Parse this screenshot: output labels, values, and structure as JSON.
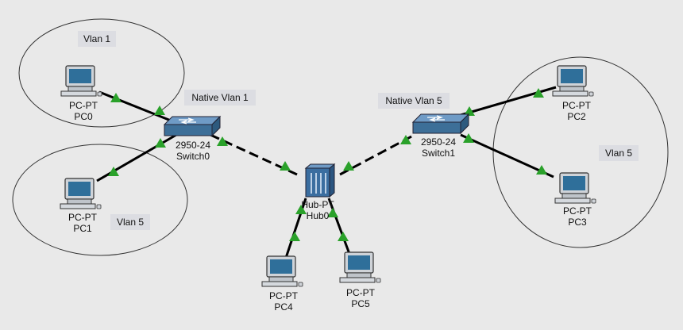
{
  "regions": {
    "vlan1_left": "Vlan 1",
    "vlan5_left": "Vlan 5",
    "vlan5_right": "Vlan 5"
  },
  "annotations": {
    "native_left": "Native Vlan 1",
    "native_right": "Native Vlan 5"
  },
  "devices": {
    "pc0": {
      "model": "PC-PT",
      "name": "PC0"
    },
    "pc1": {
      "model": "PC-PT",
      "name": "PC1"
    },
    "pc2": {
      "model": "PC-PT",
      "name": "PC2"
    },
    "pc3": {
      "model": "PC-PT",
      "name": "PC3"
    },
    "pc4": {
      "model": "PC-PT",
      "name": "PC4"
    },
    "pc5": {
      "model": "PC-PT",
      "name": "PC5"
    },
    "switch0": {
      "model": "2950-24",
      "name": "Switch0"
    },
    "switch1": {
      "model": "2950-24",
      "name": "Switch1"
    },
    "hub0": {
      "model": "Hub-PT",
      "name": "Hub0"
    }
  },
  "colors": {
    "background": "#e9e9e9",
    "link_up": "#2aa12a",
    "device_blue": "#3d6f98",
    "outline": "#222222"
  }
}
